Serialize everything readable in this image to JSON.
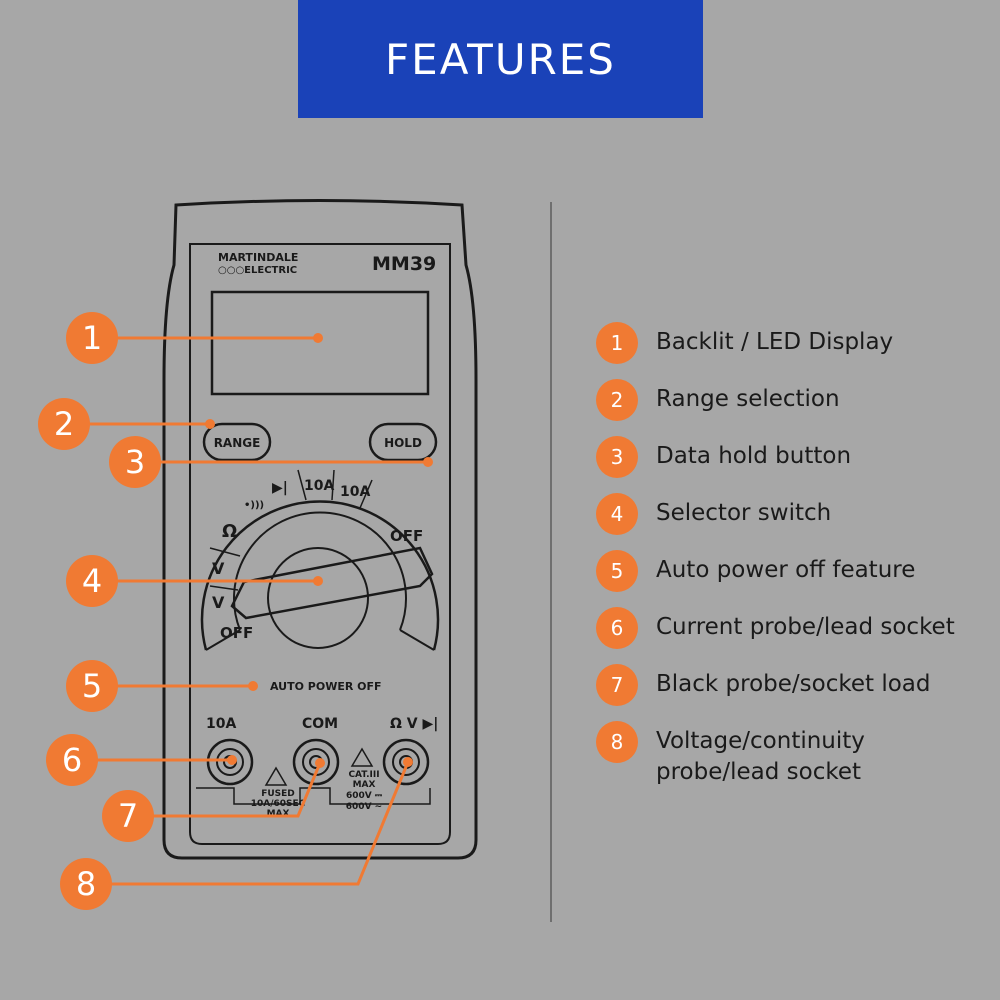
{
  "banner": {
    "title": "FEATURES"
  },
  "colors": {
    "banner": "#1a42b8",
    "accent": "#f07a33",
    "background": "#a7a7a7"
  },
  "meter": {
    "brand_line1": "MARTINDALE",
    "brand_line2": "○○○ELECTRIC",
    "model": "MM39",
    "range_button": "RANGE",
    "hold_button": "HOLD",
    "auto_power_off": "AUTO POWER OFF",
    "dial": {
      "diode": "▶|",
      "continuity": "•)))",
      "dc_10a": "10A",
      "ac_10a": "10A",
      "ohm": "Ω",
      "dc_v": "V",
      "ac_v": "V",
      "off_left": "OFF",
      "off_right": "OFF"
    },
    "sockets": {
      "a10_label": "10A",
      "com_label": "COM",
      "v_label": "Ω V ▶|",
      "fused_1": "FUSED",
      "fused_2": "10A/60SEC",
      "fused_3": "MAX",
      "cat_1": "CAT.III",
      "cat_2": "MAX",
      "cat_3": "600V ⎓",
      "cat_4": "600V ∼"
    }
  },
  "callouts": [
    "1",
    "2",
    "3",
    "4",
    "5",
    "6",
    "7",
    "8"
  ],
  "legend": [
    {
      "number": "1",
      "label": "Backlit / LED Display"
    },
    {
      "number": "2",
      "label": "Range selection"
    },
    {
      "number": "3",
      "label": "Data hold button"
    },
    {
      "number": "4",
      "label": "Selector switch"
    },
    {
      "number": "5",
      "label": "Auto power off feature"
    },
    {
      "number": "6",
      "label": "Current probe/lead socket"
    },
    {
      "number": "7",
      "label": "Black probe/socket load"
    },
    {
      "number": "8",
      "label": "Voltage/continuity\nprobe/lead socket"
    }
  ]
}
